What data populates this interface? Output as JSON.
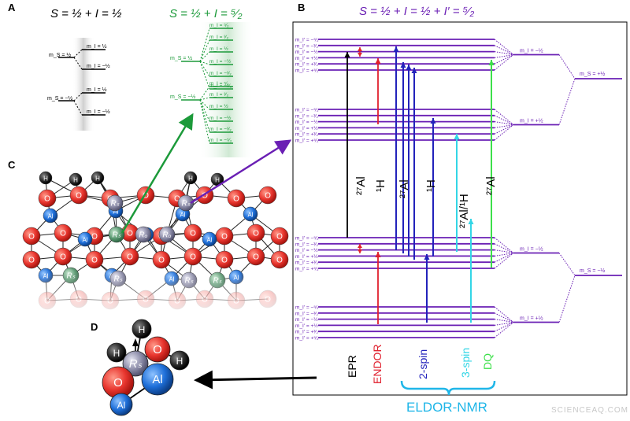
{
  "panels": {
    "A": {
      "label": "A",
      "title_left": "S = ½ + I = ½",
      "title_right": "S = ½ + I = ⁵⁄₂",
      "left_upper_ms": "m_S = ½",
      "left_lower_ms": "m_S = −½",
      "left_upper_mi": [
        "m_I = ½",
        "m_I = −½"
      ],
      "left_lower_mi": [
        "m_I = ½",
        "m_I = −½"
      ],
      "right_upper_ms": "m_S = ½",
      "right_lower_ms": "m_S = −½",
      "right_upper_mi": [
        "m_I = ⁵⁄₂",
        "m_I = ³⁄₂",
        "m_I = ½",
        "m_I = −½",
        "m_I = −³⁄₂",
        "m_I = −⁵⁄₂"
      ],
      "right_lower_mi": [
        "m_I = ⁵⁄₂",
        "m_I = ³⁄₂",
        "m_I = ½",
        "m_I = −½",
        "m_I = −³⁄₂",
        "m_I = −⁵⁄₂"
      ]
    },
    "B": {
      "label": "B",
      "title": "S = ½ + I = ½ + I′ = ⁵⁄₂",
      "group_levels": [
        "m_I′ = −⁵⁄₂",
        "m_I′ = −³⁄₂",
        "m_I′ = −½",
        "m_I′ = +½",
        "m_I′ = +³⁄₂",
        "m_I′ = +⁵⁄₂"
      ],
      "mi_labels": [
        "m_I = −½",
        "m_I = +½",
        "m_I = −½",
        "m_I = +½"
      ],
      "ms_labels": [
        "m_S = +½",
        "m_S = −½"
      ],
      "transitions": [
        {
          "label": "²⁷Al",
          "color": "#000000"
        },
        {
          "label": "¹H",
          "color": "#000000"
        },
        {
          "label": "²⁷Al",
          "color": "#000000"
        },
        {
          "label": "¹H",
          "color": "#000000"
        },
        {
          "label": "²⁷Al/¹H",
          "color": "#000000"
        },
        {
          "label": "²⁷Al",
          "color": "#000000"
        }
      ],
      "methods": [
        {
          "label": "EPR",
          "color": "#000000"
        },
        {
          "label": "ENDOR",
          "color": "#e0202e"
        },
        {
          "label": "2-spin",
          "color": "#2222bb"
        },
        {
          "label": "3-spin",
          "color": "#33d6e6"
        },
        {
          "label": "DQ",
          "color": "#3de04a"
        }
      ],
      "group_label": "ELDOR-NMR",
      "group_color": "#1fb6e8"
    },
    "C": {
      "label": "C",
      "atoms": {
        "O": "O",
        "Al": "Al",
        "H": "H",
        "Rs": "Rₛ",
        "Ro": "Rₒ"
      }
    },
    "D": {
      "label": "D",
      "atoms": [
        "H",
        "O",
        "H",
        "Rₛ",
        "H",
        "O",
        "Al",
        "Al"
      ]
    }
  },
  "colors": {
    "purple": "#6a1fb4",
    "green": "#1c9a3a",
    "red": "#e0202e",
    "blue": "#2222bb",
    "cyan": "#33d6e6",
    "lime": "#3de04a",
    "oxygen": "#e8352e",
    "aluminium": "#1e6fd9",
    "hydrogen": "#2a2a2a",
    "radical": "#8c8ca8"
  },
  "watermark": "SCIENCEAQ.COM"
}
